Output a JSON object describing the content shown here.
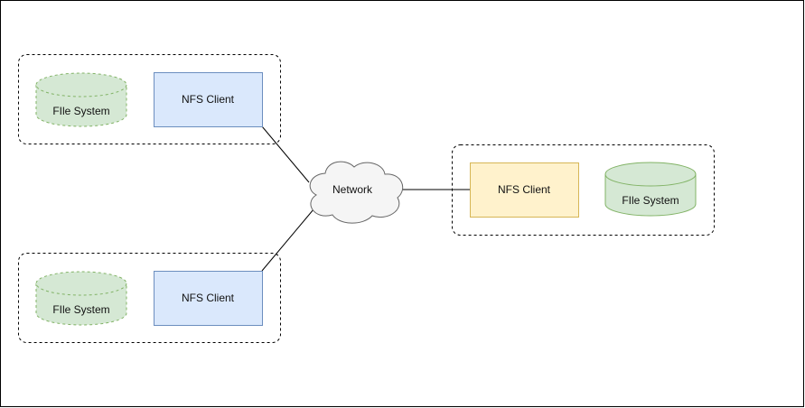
{
  "diagram": {
    "network": {
      "label": "Network",
      "fill": "#f5f5f5",
      "stroke": "#666666"
    },
    "groups": [
      {
        "client": {
          "label": "NFS Client",
          "fill": "#dae8fc",
          "stroke": "#6c8ebf"
        },
        "filesystem": {
          "label": "FIle System",
          "fill": "#d5e8d4",
          "stroke": "#82b366",
          "dashed": true
        }
      },
      {
        "client": {
          "label": "NFS Client",
          "fill": "#dae8fc",
          "stroke": "#6c8ebf"
        },
        "filesystem": {
          "label": "FIle System",
          "fill": "#d5e8d4",
          "stroke": "#82b366",
          "dashed": true
        }
      },
      {
        "client": {
          "label": "NFS Client",
          "fill": "#fff2cc",
          "stroke": "#d6b656"
        },
        "filesystem": {
          "label": "FIle System",
          "fill": "#d5e8d4",
          "stroke": "#82b366",
          "dashed": false
        }
      }
    ]
  }
}
